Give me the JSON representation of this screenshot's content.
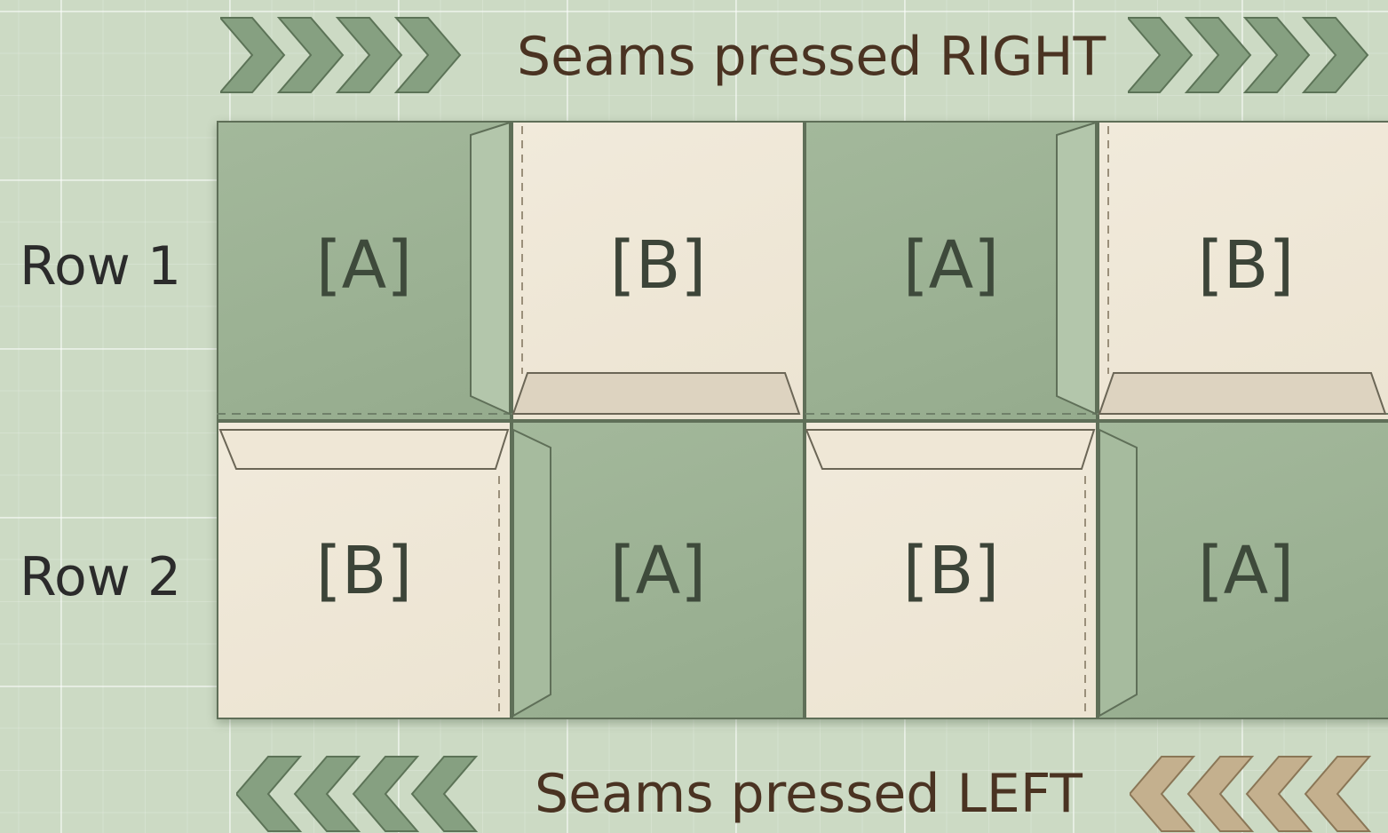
{
  "top_banner": {
    "text": "Seams pressed RIGHT",
    "direction": "right"
  },
  "bottom_banner": {
    "text": "Seams pressed LEFT",
    "direction": "left"
  },
  "rows": [
    {
      "label": "Row 1",
      "blocks": [
        "[A]",
        "[B]",
        "[A]",
        "[B]"
      ]
    },
    {
      "label": "Row 2",
      "blocks": [
        "[B]",
        "[A]",
        "[B]",
        "[A]"
      ]
    }
  ],
  "colors": {
    "block_a": "#9fb497",
    "block_b": "#eee6d5",
    "chevron_green": "#7f967a",
    "chevron_tan": "#b8a788",
    "banner_text": "#4a3322"
  }
}
